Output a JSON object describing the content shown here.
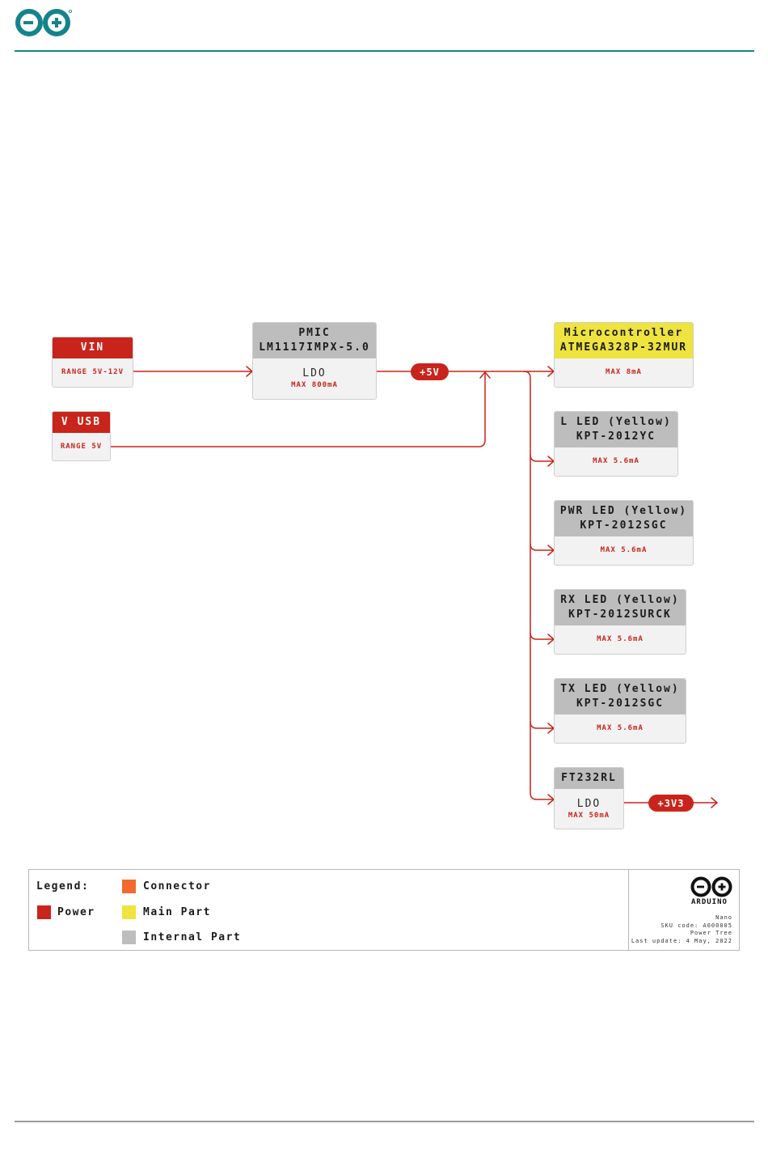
{
  "colors": {
    "power": "#c9241b",
    "connector": "#f26a2e",
    "main_part": "#eee33f",
    "internal_part": "#bdbdbd",
    "accent": "#15838a"
  },
  "icons": {
    "header_logo": "arduino-infinity-logo",
    "footer_logo": "arduino-infinity-logo"
  },
  "inputs": {
    "vin": {
      "title": "VIN",
      "rating": "RANGE 5V-12V"
    },
    "vusb": {
      "title": "V USB",
      "rating": "RANGE 5V"
    }
  },
  "pmic": {
    "title1": "PMIC",
    "title2": "LM1117IMPX-5.0",
    "sub": "LDO",
    "rating": "MAX 800mA"
  },
  "rails": {
    "v5": "+5V",
    "v3v3": "+3V3"
  },
  "loads": {
    "mcu": {
      "title1": "Microcontroller",
      "title2": "ATMEGA328P-32MUR",
      "rating": "MAX 8mA"
    },
    "led_l": {
      "title1": "L LED (Yellow)",
      "title2": "KPT-2012YC",
      "rating": "MAX 5.6mA"
    },
    "led_pwr": {
      "title1": "PWR LED (Yellow)",
      "title2": "KPT-2012SGC",
      "rating": "MAX 5.6mA"
    },
    "led_rx": {
      "title1": "RX LED (Yellow)",
      "title2": "KPT-2012SURCK",
      "rating": "MAX 5.6mA"
    },
    "led_tx": {
      "title1": "TX LED (Yellow)",
      "title2": "KPT-2012SGC",
      "rating": "MAX 5.6mA"
    },
    "ft232": {
      "title1": "FT232RL",
      "sub": "LDO",
      "rating": "MAX 50mA"
    }
  },
  "legend": {
    "title": "Legend:",
    "items": [
      {
        "label": "Power",
        "color": "#c9241b"
      },
      {
        "label": "Connector",
        "color": "#f26a2e"
      },
      {
        "label": "Main Part",
        "color": "#eee33f"
      },
      {
        "label": "Internal Part",
        "color": "#bdbdbd"
      }
    ]
  },
  "footer_meta": {
    "brand": "ARDUINO",
    "board": "Nano",
    "sku": "SKU code: A000005",
    "doc": "Power Tree",
    "updated": "Last update: 4 May, 2022"
  }
}
